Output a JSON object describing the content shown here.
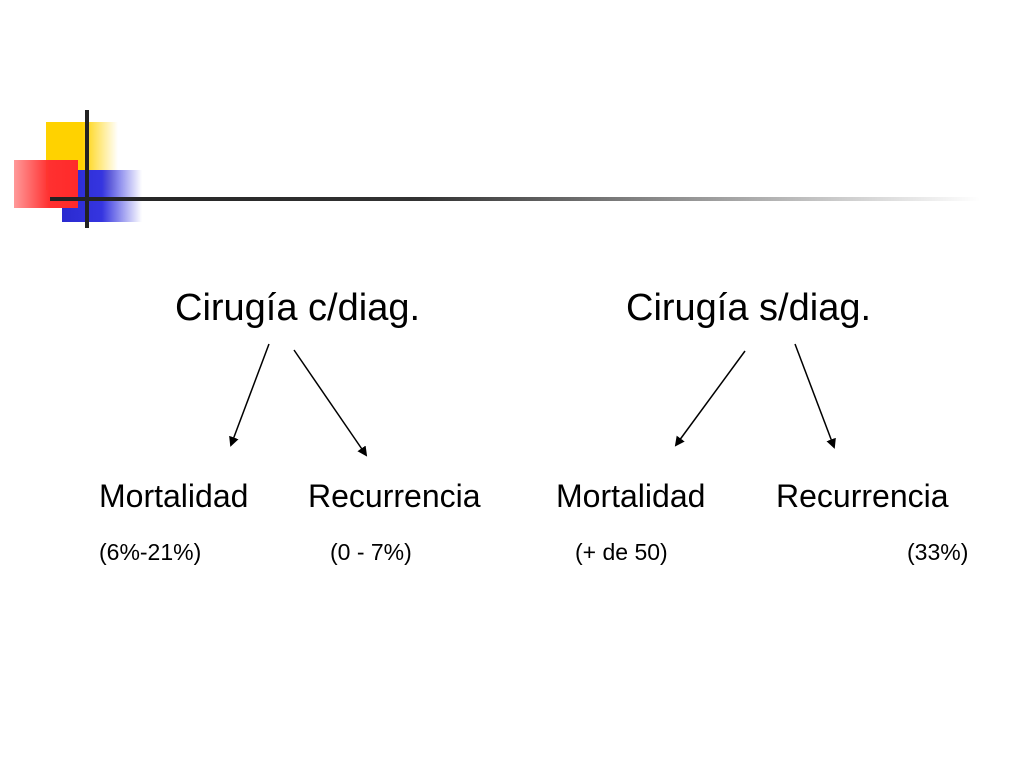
{
  "diagram": {
    "left": {
      "heading": "Cirugía c/diag.",
      "branches": [
        {
          "label": "Mortalidad",
          "value": "(6%-21%)"
        },
        {
          "label": "Recurrencia",
          "value": "(0 - 7%)"
        }
      ]
    },
    "right": {
      "heading": "Cirugía s/diag.",
      "branches": [
        {
          "label": "Mortalidad",
          "value": "(+ de 50)"
        },
        {
          "label": "Recurrencia",
          "value": "(33%)"
        }
      ]
    }
  },
  "colors": {
    "accent_yellow": "#ffd200",
    "accent_blue": "#2a2ad0",
    "accent_red": "#ff3030",
    "text": "#000000",
    "background": "#ffffff"
  }
}
